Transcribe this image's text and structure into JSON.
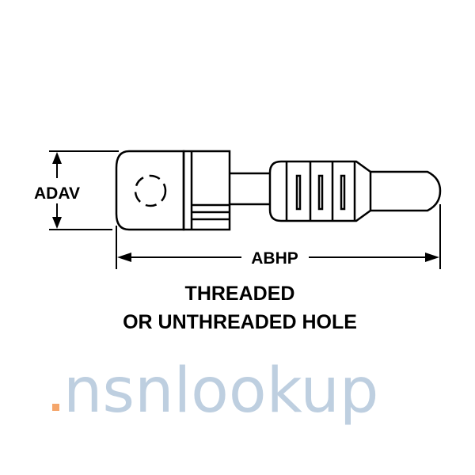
{
  "dimensions": {
    "height_label": "ADAV",
    "length_label": "ABHP"
  },
  "caption": {
    "line1": "THREADED",
    "line2": "OR UNTHREADED HOLE"
  },
  "watermark": {
    "text": "nsnlookup",
    "color": "#a9bfd6",
    "dot_color": "#f5a66b"
  }
}
